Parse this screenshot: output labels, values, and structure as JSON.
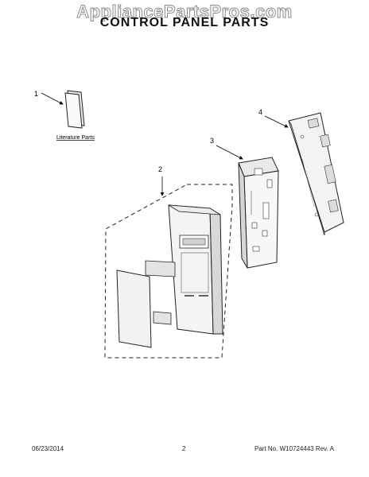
{
  "watermark": "AppliancePartsPros.com",
  "title": "CONTROL PANEL PARTS",
  "literature_label": "Literature Parts",
  "callouts": [
    "1",
    "2",
    "3",
    "4"
  ],
  "footer": {
    "date": "06/23/2014",
    "page": "2",
    "part_number": "Part No.  W10724443   Rev.  A"
  }
}
